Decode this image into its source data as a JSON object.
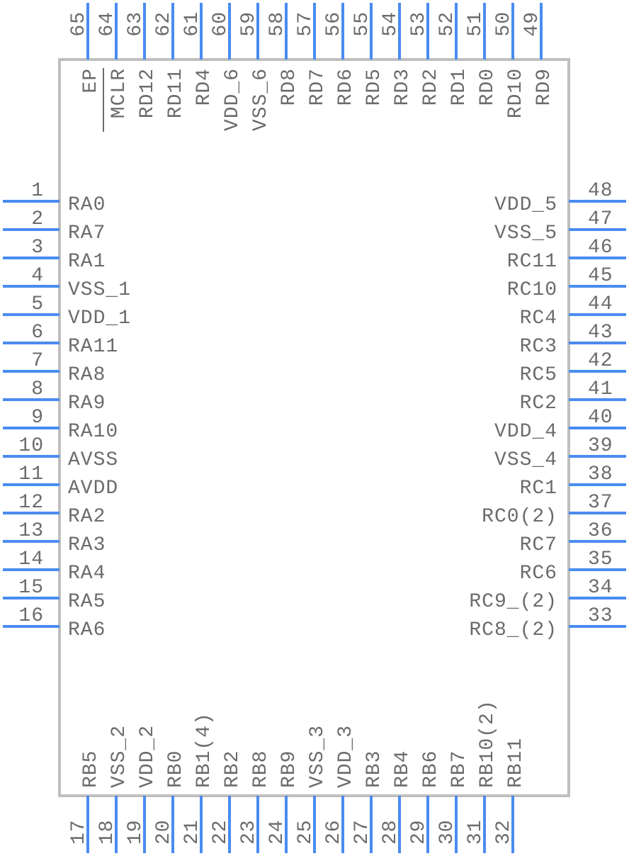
{
  "component": {
    "body_color": "#bfbfbf",
    "pin_color": "#4a8cf0",
    "text_color": "#6b6b6b"
  },
  "pins": {
    "left": [
      {
        "number": "1",
        "name": "RA0"
      },
      {
        "number": "2",
        "name": "RA7"
      },
      {
        "number": "3",
        "name": "RA1"
      },
      {
        "number": "4",
        "name": "VSS_1"
      },
      {
        "number": "5",
        "name": "VDD_1"
      },
      {
        "number": "6",
        "name": "RA11"
      },
      {
        "number": "7",
        "name": "RA8"
      },
      {
        "number": "8",
        "name": "RA9"
      },
      {
        "number": "9",
        "name": "RA10"
      },
      {
        "number": "10",
        "name": "AVSS"
      },
      {
        "number": "11",
        "name": "AVDD"
      },
      {
        "number": "12",
        "name": "RA2"
      },
      {
        "number": "13",
        "name": "RA3"
      },
      {
        "number": "14",
        "name": "RA4"
      },
      {
        "number": "15",
        "name": "RA5"
      },
      {
        "number": "16",
        "name": "RA6"
      }
    ],
    "bottom": [
      {
        "number": "17",
        "name": "RB5"
      },
      {
        "number": "18",
        "name": "VSS_2"
      },
      {
        "number": "19",
        "name": "VDD_2"
      },
      {
        "number": "20",
        "name": "RB0"
      },
      {
        "number": "21",
        "name": "RB1(4)"
      },
      {
        "number": "22",
        "name": "RB2"
      },
      {
        "number": "23",
        "name": "RB8"
      },
      {
        "number": "24",
        "name": "RB9"
      },
      {
        "number": "25",
        "name": "VSS_3"
      },
      {
        "number": "26",
        "name": "VDD_3"
      },
      {
        "number": "27",
        "name": "RB3"
      },
      {
        "number": "28",
        "name": "RB4"
      },
      {
        "number": "29",
        "name": "RB6"
      },
      {
        "number": "30",
        "name": "RB7"
      },
      {
        "number": "31",
        "name": "RB10(2)"
      },
      {
        "number": "32",
        "name": "RB11"
      }
    ],
    "right": [
      {
        "number": "33",
        "name": "RC8_(2)"
      },
      {
        "number": "34",
        "name": "RC9_(2)"
      },
      {
        "number": "35",
        "name": "RC6"
      },
      {
        "number": "36",
        "name": "RC7"
      },
      {
        "number": "37",
        "name": "RC0(2)"
      },
      {
        "number": "38",
        "name": "RC1"
      },
      {
        "number": "39",
        "name": "VSS_4"
      },
      {
        "number": "40",
        "name": "VDD_4"
      },
      {
        "number": "41",
        "name": "RC2"
      },
      {
        "number": "42",
        "name": "RC5"
      },
      {
        "number": "43",
        "name": "RC3"
      },
      {
        "number": "44",
        "name": "RC4"
      },
      {
        "number": "45",
        "name": "RC10"
      },
      {
        "number": "46",
        "name": "RC11"
      },
      {
        "number": "47",
        "name": "VSS_5"
      },
      {
        "number": "48",
        "name": "VDD_5"
      }
    ],
    "top": [
      {
        "number": "49",
        "name": "RD9"
      },
      {
        "number": "50",
        "name": "RD10"
      },
      {
        "number": "51",
        "name": "RD0"
      },
      {
        "number": "52",
        "name": "RD1"
      },
      {
        "number": "53",
        "name": "RD2"
      },
      {
        "number": "54",
        "name": "RD3"
      },
      {
        "number": "55",
        "name": "RD5"
      },
      {
        "number": "56",
        "name": "RD6"
      },
      {
        "number": "57",
        "name": "RD7"
      },
      {
        "number": "58",
        "name": "RD8"
      },
      {
        "number": "59",
        "name": "VSS_6"
      },
      {
        "number": "60",
        "name": "VDD_6"
      },
      {
        "number": "61",
        "name": "RD4"
      },
      {
        "number": "62",
        "name": "RD11"
      },
      {
        "number": "63",
        "name": "RD12"
      },
      {
        "number": "64",
        "name": "MCLR"
      },
      {
        "number": "65",
        "name": "EP"
      }
    ]
  }
}
